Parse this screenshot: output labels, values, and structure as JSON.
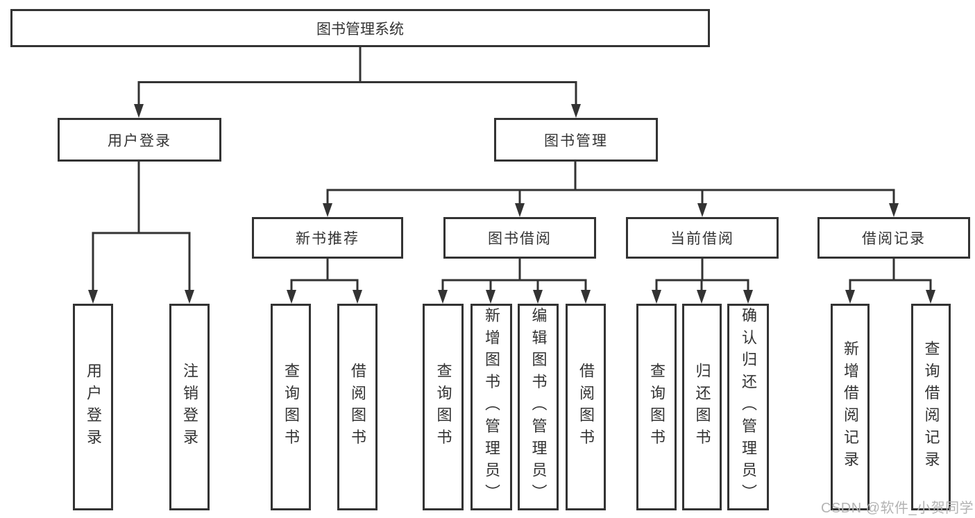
{
  "diagram": {
    "title": "图书管理系统",
    "colors": {
      "line": "#333333",
      "text": "#333333",
      "background": "#ffffff",
      "watermark_text": "#b3b3b3"
    },
    "root": {
      "label": "图书管理系统"
    },
    "level2": [
      {
        "label": "用户登录"
      },
      {
        "label": "图书管理"
      }
    ],
    "level3": [
      {
        "label": "新书推荐",
        "parent": "图书管理"
      },
      {
        "label": "图书借阅",
        "parent": "图书管理"
      },
      {
        "label": "当前借阅",
        "parent": "图书管理"
      },
      {
        "label": "借阅记录",
        "parent": "图书管理"
      }
    ],
    "leaves": [
      {
        "label": "用户登录",
        "parent": "用户登录"
      },
      {
        "label": "注销登录",
        "parent": "用户登录"
      },
      {
        "label": "查询图书",
        "parent": "新书推荐"
      },
      {
        "label": "借阅图书",
        "parent": "新书推荐"
      },
      {
        "label": "查询图书",
        "parent": "图书借阅"
      },
      {
        "label": "新增图书（管理员）",
        "parent": "图书借阅"
      },
      {
        "label": "编辑图书（管理员）",
        "parent": "图书借阅"
      },
      {
        "label": "借阅图书",
        "parent": "图书借阅"
      },
      {
        "label": "查询图书",
        "parent": "当前借阅"
      },
      {
        "label": "归还图书",
        "parent": "当前借阅"
      },
      {
        "label": "确认归还（管理员）",
        "parent": "当前借阅"
      },
      {
        "label": "新增借阅记录",
        "parent": "借阅记录"
      },
      {
        "label": "查询借阅记录",
        "parent": "借阅记录"
      }
    ],
    "watermark": "CSDN @软件_小贺同学"
  }
}
